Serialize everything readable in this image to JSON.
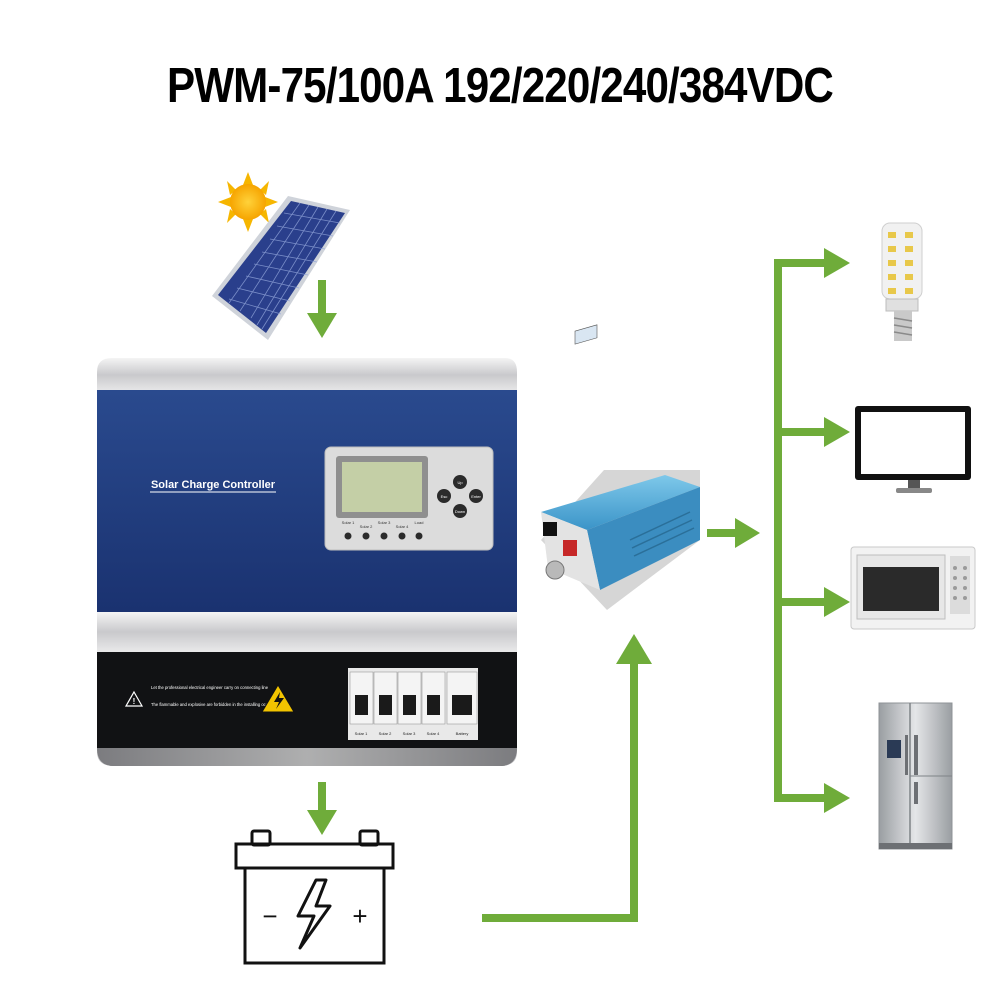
{
  "title": "PWM-75/100A 192/220/240/384VDC",
  "controller": {
    "label": "Solar Charge Controller",
    "buttons": [
      "Up",
      "Esc",
      "Enter",
      "Down"
    ],
    "indicator_labels": [
      "Solar 1",
      "Solar 2",
      "Solar 3",
      "Solar 4",
      "Load"
    ],
    "warning_lines": [
      "Let the professional electrical engineer carry on connecting line",
      "The flammable and explosive are forbidden in the installing occasions"
    ],
    "breaker_labels": [
      "Solar 1",
      "Solar 2",
      "Solar 3",
      "Solar 4",
      "Battery"
    ]
  },
  "battery": {
    "minus": "−",
    "plus": "+"
  },
  "appliances": [
    "led-bulb",
    "monitor",
    "microwave",
    "refrigerator"
  ],
  "colors": {
    "arrow": "#6fac3a",
    "controller_blue": "#1f3a7a",
    "lcd": "#c4cfa6"
  }
}
